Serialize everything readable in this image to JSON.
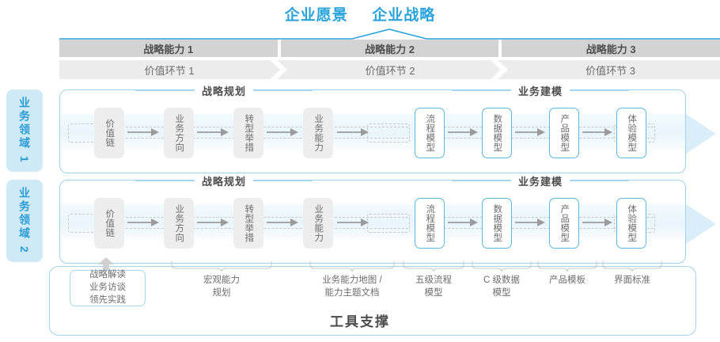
{
  "title": {
    "vision": "企业愿景",
    "strategy": "企业战略",
    "color": "#29a3dc"
  },
  "capability_bar": {
    "items": [
      {
        "label": "战略能力 1"
      },
      {
        "label": "战略能力 2"
      },
      {
        "label": "战略能力 3"
      }
    ],
    "bg": "#d3d3d3"
  },
  "value_chain_bar": {
    "items": [
      {
        "label": "价值环节 1"
      },
      {
        "label": "价值环节 2"
      },
      {
        "label": "价值环节 3"
      }
    ],
    "bg": "#ececec"
  },
  "side_badges": [
    {
      "label": "业务领域 1"
    },
    {
      "label": "业务领域 2"
    }
  ],
  "sections": {
    "planning": "战略规划",
    "modeling": "业务建模"
  },
  "nodes": {
    "planning": [
      {
        "label": "价值链",
        "style": "gray"
      },
      {
        "label": "业务方向",
        "style": "gray"
      },
      {
        "label": "转型举措",
        "style": "gray"
      },
      {
        "label": "业务能力",
        "style": "gray"
      }
    ],
    "modeling": [
      {
        "label": "流程模型",
        "style": "blue"
      },
      {
        "label": "数据模型",
        "style": "blue"
      },
      {
        "label": "产品模型",
        "style": "blue"
      },
      {
        "label": "体验模型",
        "style": "blue"
      }
    ]
  },
  "tool_support": {
    "title": "工具支撑",
    "boxed_label": "战略解读\n业务访谈\n领先实践",
    "labels": [
      {
        "label": "宏观能力\n规划"
      },
      {
        "label": "业务能力地图 /\n能力主题文档"
      },
      {
        "label": "五级流程\n模型"
      },
      {
        "label": "C 级数据\n模型"
      },
      {
        "label": "产品模板"
      },
      {
        "label": "界面标准"
      }
    ]
  },
  "colors": {
    "blue": "#29a3dc",
    "blue_border": "#9fd4ec",
    "node_blue_border": "#5cb8e0",
    "badge_bg": "#cfeaf7",
    "gray_node": "#ededed",
    "text": "#6d6d6d"
  }
}
